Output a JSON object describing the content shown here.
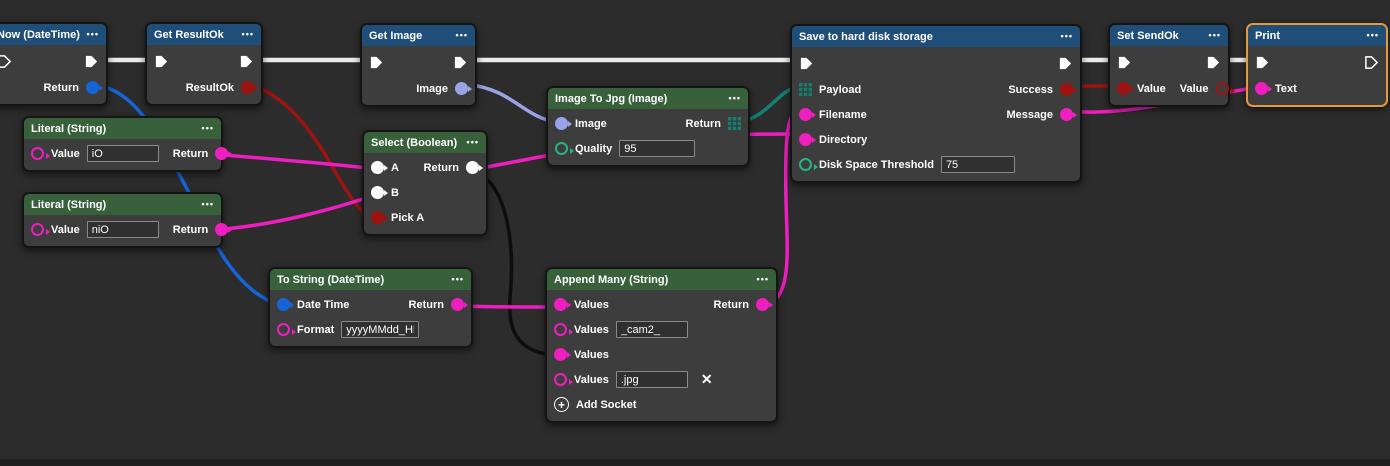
{
  "ui": {
    "menu_dots": "•••",
    "add_icon": "+",
    "delete_icon": "✕"
  },
  "colors": {
    "background": "#2c2c2c",
    "node_body": "#3d3d3d",
    "header_blue": "#1f4e79",
    "header_green": "#38603a",
    "exec_wire": "#ececec",
    "string_magenta": "#ee1fbe",
    "boolean_darkred": "#9e1212",
    "datetime_blue": "#1565d8",
    "image_periwinkle": "#99a3e8",
    "bytes_teal": "#158070",
    "number_green": "#25b583",
    "selected_border": "#e79a3c"
  },
  "nodes": {
    "now": {
      "title": "Now (DateTime)",
      "outputs": {
        "ret": {
          "label": "Return",
          "type": "DateTime"
        }
      }
    },
    "get_resultok": {
      "title": "Get ResultOk",
      "outputs": {
        "ret": {
          "label": "ResultOk",
          "type": "Boolean"
        }
      }
    },
    "get_image": {
      "title": "Get Image",
      "outputs": {
        "ret": {
          "label": "Image",
          "type": "Image"
        }
      }
    },
    "image_to_jpg": {
      "title": "Image To Jpg (Image)",
      "inputs": {
        "image": {
          "label": "Image"
        },
        "quality": {
          "label": "Quality",
          "value": "95"
        }
      },
      "outputs": {
        "ret": {
          "label": "Return",
          "type": "Bytes"
        }
      }
    },
    "literal1": {
      "title": "Literal (String)",
      "inputs": {
        "value": {
          "label": "Value",
          "value": "iO"
        }
      },
      "outputs": {
        "ret": {
          "label": "Return"
        }
      }
    },
    "literal2": {
      "title": "Literal (String)",
      "inputs": {
        "value": {
          "label": "Value",
          "value": "niO"
        }
      },
      "outputs": {
        "ret": {
          "label": "Return"
        }
      }
    },
    "select": {
      "title": "Select (Boolean)",
      "inputs": {
        "a": {
          "label": "A"
        },
        "b": {
          "label": "B"
        },
        "pick_a": {
          "label": "Pick A"
        }
      },
      "outputs": {
        "ret": {
          "label": "Return"
        }
      }
    },
    "to_string": {
      "title": "To String (DateTime)",
      "inputs": {
        "date_time": {
          "label": "Date Time"
        },
        "format": {
          "label": "Format",
          "value": "yyyyMMdd_HH"
        }
      },
      "outputs": {
        "ret": {
          "label": "Return"
        }
      }
    },
    "append_many": {
      "title": "Append Many (String)",
      "inputs": {
        "v1": {
          "label": "Values"
        },
        "v2": {
          "label": "Values",
          "value": "_cam2_"
        },
        "v3": {
          "label": "Values"
        },
        "v4": {
          "label": "Values",
          "value": ".jpg"
        }
      },
      "outputs": {
        "ret": {
          "label": "Return"
        }
      },
      "add_socket_label": "Add Socket"
    },
    "save": {
      "title": "Save to hard disk storage",
      "inputs": {
        "payload": {
          "label": "Payload"
        },
        "filename": {
          "label": "Filename"
        },
        "directory": {
          "label": "Directory"
        },
        "threshold": {
          "label": "Disk Space Threshold",
          "value": "75"
        }
      },
      "outputs": {
        "success": {
          "label": "Success"
        },
        "message": {
          "label": "Message"
        }
      }
    },
    "set_sendok": {
      "title": "Set SendOk",
      "inputs": {
        "value": {
          "label": "Value"
        }
      },
      "outputs": {
        "value": {
          "label": "Value"
        }
      }
    },
    "print": {
      "title": "Print",
      "selected": true,
      "inputs": {
        "text": {
          "label": "Text"
        }
      }
    }
  },
  "wires": [
    {
      "from": "now.exec",
      "to": "get_resultok.exec",
      "color": "exec"
    },
    {
      "from": "get_resultok.exec",
      "to": "get_image.exec",
      "color": "exec"
    },
    {
      "from": "get_image.exec",
      "to": "save.exec",
      "color": "exec"
    },
    {
      "from": "save.exec",
      "to": "set_sendok.exec",
      "color": "exec"
    },
    {
      "from": "set_sendok.exec",
      "to": "print.exec",
      "color": "exec"
    },
    {
      "from": "now.Return",
      "to": "to_string.DateTime",
      "color": "datetime_blue"
    },
    {
      "from": "get_resultok.ResultOk",
      "to": "select.PickA",
      "color": "boolean_darkred"
    },
    {
      "from": "get_image.Image",
      "to": "image_to_jpg.Image",
      "color": "image_periwinkle"
    },
    {
      "from": "literal1.Return",
      "to": "select.A",
      "color": "string_magenta"
    },
    {
      "from": "literal2.Return",
      "to": "select.B",
      "color": "string_magenta"
    },
    {
      "from": "select.Return",
      "to": "save.Directory",
      "color": "string_magenta"
    },
    {
      "from": "select.Return",
      "to": "append_many.Values3",
      "color": "black"
    },
    {
      "from": "to_string.Return",
      "to": "append_many.Values1",
      "color": "string_magenta"
    },
    {
      "from": "image_to_jpg.Return",
      "to": "save.Payload",
      "color": "bytes_teal"
    },
    {
      "from": "append_many.Return",
      "to": "save.Filename",
      "color": "string_magenta"
    },
    {
      "from": "save.Success",
      "to": "set_sendok.Value",
      "color": "boolean_darkred"
    },
    {
      "from": "save.Message",
      "to": "print.Text",
      "color": "string_magenta"
    }
  ]
}
